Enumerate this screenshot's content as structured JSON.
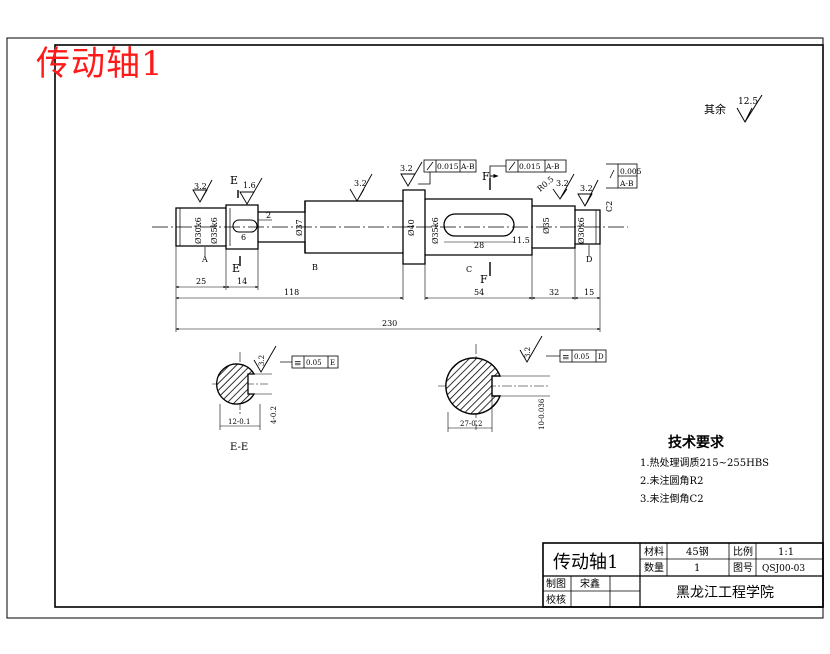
{
  "overlay_title": "传动轴1",
  "surface_note": {
    "label": "其余",
    "roughness": "12.5"
  },
  "roughness": {
    "r_left": "3.2",
    "r_e": "1.6",
    "r_mid": "3.2",
    "r_collar": "3.2",
    "r_key2": "3.2",
    "r_right": "3.2",
    "r_section1": "3.2",
    "r_section2": "3.2"
  },
  "tolerances": {
    "runout_collar_value": "0.015",
    "runout_collar_datum": "A-B",
    "runout_middle_value": "0.015",
    "runout_middle_datum": "A-B",
    "cyl_right_value": "0.005",
    "cyl_right_datum": "A-B",
    "sym_section1_value": "0.05",
    "sym_section1_datum": "E",
    "sym_section2_value": "0.05",
    "sym_section2_datum": "D"
  },
  "section_markers": {
    "e_top": "E",
    "e_bottom": "E",
    "f_top": "F",
    "f_bottom": "F"
  },
  "diameters": {
    "left": "Ø30k6",
    "keyway": "Ø35k6",
    "mid": "Ø37",
    "collar": "Ø40",
    "bearing": "Ø35k6",
    "right_mid": "Ø35",
    "right": "Ø30k6"
  },
  "small_labels": {
    "step_2": "2",
    "slot_6": "6",
    "keyslot_28": "28",
    "h_11_5": "11.5",
    "chamfer_right": "C2",
    "notch_rb": "R0.5",
    "label_a": "A",
    "label_b": "B",
    "label_c": "C",
    "label_d": "D"
  },
  "dimensions": {
    "d25": "25",
    "d14": "14",
    "d118": "118",
    "d54": "54",
    "d32": "32",
    "d15": "15",
    "d230": "230"
  },
  "sections": {
    "e_label": "E-E",
    "e_width": "12-0.1",
    "e_depth": "4-0.2",
    "f_width": "27-0.2",
    "f_depth": "10-0.036"
  },
  "tech_requirements": {
    "title": "技术要求",
    "items": [
      "1.热处理调质215~255HBS",
      "2.未注圆角R2",
      "3.未注倒角C2"
    ]
  },
  "title_block": {
    "part_name": "传动轴1",
    "material_label": "材料",
    "material": "45钢",
    "scale_label": "比例",
    "scale": "1:1",
    "qty_label": "数量",
    "qty": "1",
    "drawing_no_label": "图号",
    "drawing_no": "QSJ00-03",
    "drawn_by_label": "制图",
    "drawn_by": "宋鑫",
    "checked_label": "校核",
    "school": "黑龙江工程学院"
  }
}
